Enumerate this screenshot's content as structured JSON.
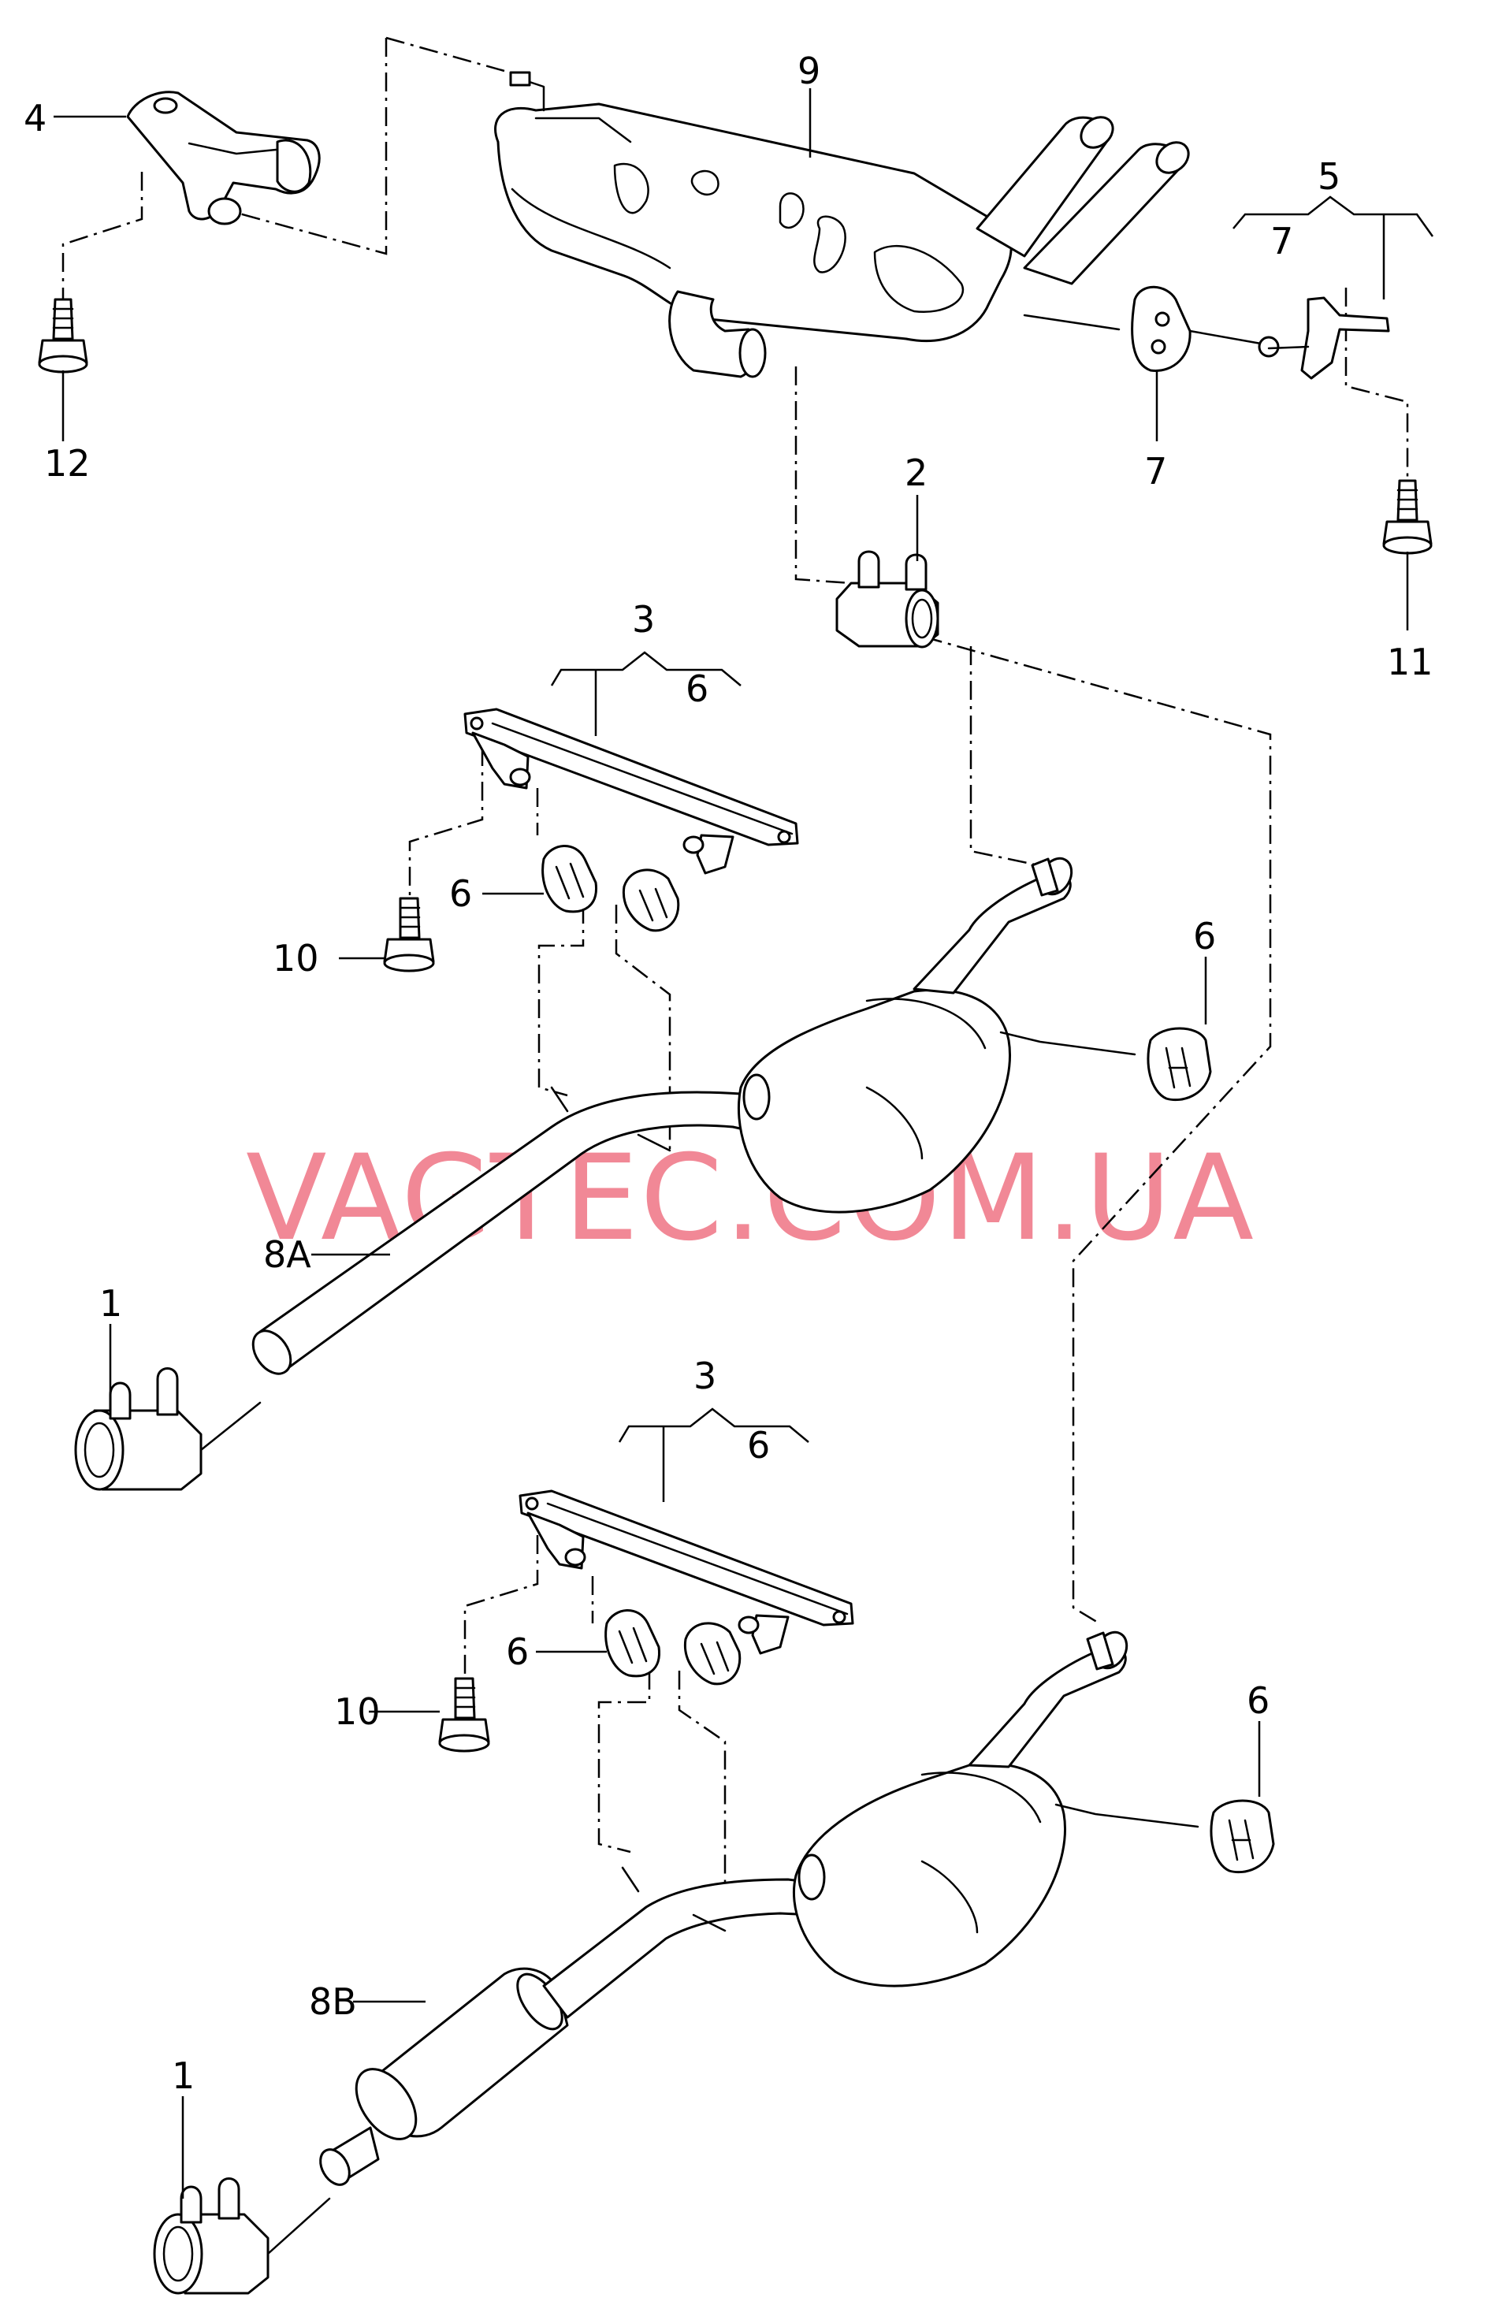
{
  "diagram": {
    "watermark": "VAGTEC.COM.UA",
    "callouts": {
      "c1a": "1",
      "c1b": "1",
      "c2": "2",
      "c3a": "3",
      "c3b": "3",
      "c4": "4",
      "c5": "5",
      "c6_grp_a": "6",
      "c6_grp_b": "6",
      "c6_mount_a": "6",
      "c6_mount_b": "6",
      "c6_hanger_a": "6",
      "c6_hanger_b": "6",
      "c7_grp": "7",
      "c7_mount": "7",
      "c8a": "8A",
      "c8b": "8B",
      "c9": "9",
      "c10a": "10",
      "c10b": "10",
      "c11": "11",
      "c12": "12"
    }
  }
}
